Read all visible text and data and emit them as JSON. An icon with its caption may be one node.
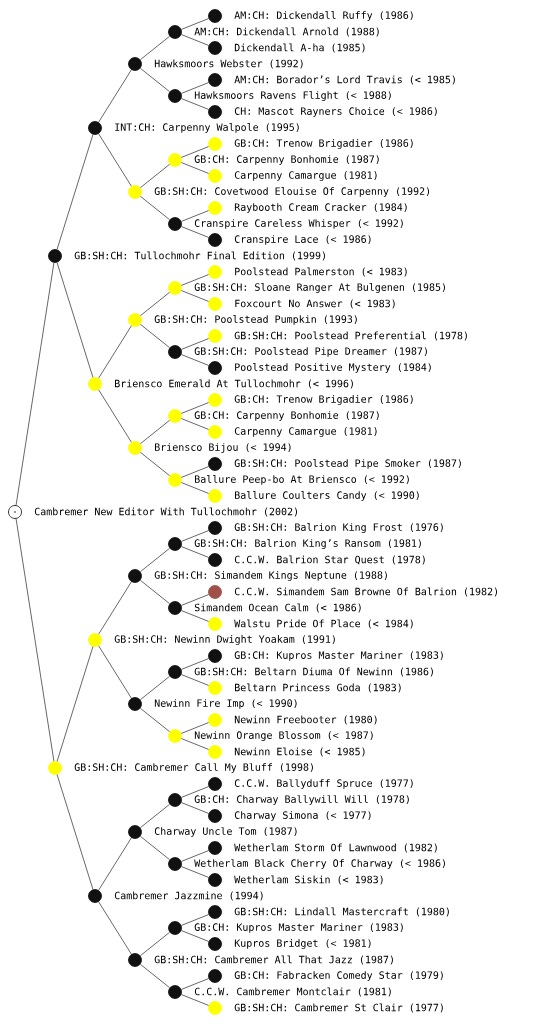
{
  "diagram": {
    "nodes": [
      {
        "text": [
          "AM:CH: Dickendall Ruffy (1986)"
        ]
      },
      {
        "text": [
          "AM:CH: Dickendall Arnold (1988)"
        ]
      },
      {
        "text": [
          "Dickendall A-ha (1985)"
        ]
      },
      {
        "text": [
          "Hawksmoors Webster (1992)"
        ]
      },
      {
        "text": [
          "AM:CH: Borador’s Lord Travis (< 1985)"
        ]
      },
      {
        "text": [
          "Hawksmoors Ravens Flight (< 1988)"
        ]
      },
      {
        "text": [
          "CH: Mascot Rayners Choice (< 1986)"
        ]
      },
      {
        "text": [
          "INT:CH: Carpenny Walpole (1995)"
        ]
      },
      {
        "text": [
          "GB:CH: Trenow Brigadier (1986)"
        ]
      },
      {
        "text": [
          "GB:CH: Carpenny Bonhomie (1987)"
        ]
      },
      {
        "text": [
          "Carpenny Camargue (1981)"
        ]
      },
      {
        "text": [
          "GB:SH:CH: Covetwood Elouise Of Carpenny (1992)"
        ]
      },
      {
        "text": [
          "Raybooth Cream Cracker (1984)"
        ]
      },
      {
        "text": [
          "Cranspire Careless Whisper (< 1992)"
        ]
      },
      {
        "text": [
          "Cranspire Lace (< 1986)"
        ]
      },
      {
        "text": [
          "GB:SH:CH: Tullochmohr Final Edition (1999)"
        ]
      },
      {
        "text": [
          "Poolstead Palmerston (< 1983)"
        ]
      },
      {
        "text": [
          "GB:SH:CH: Sloane Ranger At Bulgenen (1985)"
        ]
      },
      {
        "text": [
          "Foxcourt No Answer (< 1983)"
        ]
      },
      {
        "text": [
          "GB:SH:CH: Poolstead Pumpkin (1993)"
        ]
      },
      {
        "text": [
          "GB:SH:CH: Poolstead Preferential (1978)"
        ]
      },
      {
        "text": [
          "GB:SH:CH: Poolstead Pipe Dreamer (1987)"
        ]
      },
      {
        "text": [
          "Poolstead Positive Mystery (1984)"
        ]
      },
      {
        "text": [
          "Briensco Emerald At Tullochmohr (< 1996)"
        ]
      },
      {
        "text": [
          "GB:CH: Trenow Brigadier (1986)"
        ]
      },
      {
        "text": [
          "GB:CH: Carpenny Bonhomie (1987)"
        ]
      },
      {
        "text": [
          "Carpenny Camargue (1981)"
        ]
      },
      {
        "text": [
          "Briensco Bijou (< 1994)"
        ]
      },
      {
        "text": [
          "GB:SH:CH: Poolstead Pipe Smoker (1987)"
        ]
      },
      {
        "text": [
          "Ballure Peep-bo At Briensco (< 1992)"
        ]
      },
      {
        "text": [
          "Ballure Coulters Candy (< 1990)"
        ]
      },
      {
        "text": [
          "Cambremer New Editor With Tullochmohr (2002)"
        ]
      },
      {
        "text": [
          "GB:SH:CH: Balrion King Frost (1976)"
        ]
      },
      {
        "text": [
          "GB:SH:CH: Balrion King’s Ransom (1981)"
        ]
      },
      {
        "text": [
          "C.C.W. Balrion Star Quest (1978)"
        ]
      },
      {
        "text": [
          "GB:SH:CH: Simandem Kings Neptune (1988)"
        ]
      },
      {
        "text": [
          "C.C.W. Simandem Sam Browne Of Balrion (1982)"
        ]
      },
      {
        "text": [
          "Simandem Ocean Calm (< 1986)"
        ]
      },
      {
        "text": [
          "Walstu Pride Of Place (< 1984)"
        ]
      },
      {
        "text": [
          "GB:SH:CH: Newinn Dwight Yoakam (1991)"
        ]
      },
      {
        "text": [
          "GB:CH: Kupros Master Mariner (1983)"
        ]
      },
      {
        "text": [
          "GB:SH:CH: Beltarn Diuma Of Newinn (1986)"
        ]
      },
      {
        "text": [
          "Beltarn Princess Goda (1983)"
        ]
      },
      {
        "text": [
          "Newinn Fire Imp (< 1990)"
        ]
      },
      {
        "text": [
          "Newinn Freebooter (1980)"
        ]
      },
      {
        "text": [
          "Newinn Orange Blossom (< 1987)"
        ]
      },
      {
        "text": [
          "Newinn Eloise (< 1985)"
        ]
      },
      {
        "text": [
          "GB:SH:CH: Cambremer Call My Bluff (1998)"
        ]
      },
      {
        "text": [
          "C.C.W. Ballyduff Spruce (1977)"
        ]
      },
      {
        "text": [
          "GB:CH: Charway Ballywill Will (1978)"
        ]
      },
      {
        "text": [
          "Charway Simona (< 1977)"
        ]
      },
      {
        "text": [
          "Charway Uncle Tom (1987)"
        ]
      },
      {
        "text": [
          "Wetherlam Storm Of Lawnwood (1982)"
        ]
      },
      {
        "text": [
          "Wetherlam Black Cherry Of Charway (< 1986)"
        ]
      },
      {
        "text": [
          "Wetherlam Siskin (< 1983)"
        ]
      },
      {
        "text": [
          "Cambremer Jazzmine (1994)"
        ]
      },
      {
        "text": [
          "GB:SH:CH: Lindall Mastercraft (1980)"
        ]
      },
      {
        "text": [
          "GB:CH: Kupros Master Mariner (1983)"
        ]
      },
      {
        "text": [
          "Kupros Bridget (< 1981)"
        ]
      },
      {
        "text": [
          "GB:SH:CH: Cambremer All That Jazz (1987)"
        ]
      },
      {
        "text": [
          "GB:CH: Fabracken Comedy Star (1979)"
        ]
      },
      {
        "text": [
          "C.C.W. Cambremer Montclair (1981)"
        ]
      },
      {
        "text": [
          "GB:SH:CH: Cambremer St Clair (1977)"
        ]
      }
    ],
    "edges": [
      {
        "from": 1,
        "to": 0,
        "arrow": "none"
      },
      {
        "from": 3,
        "to": 1,
        "arrow": "none"
      },
      {
        "from": 1,
        "to": 2,
        "arrow": "none"
      },
      {
        "from": 7,
        "to": 3,
        "arrow": "none"
      },
      {
        "from": 5,
        "to": 4,
        "arrow": "none"
      },
      {
        "from": 3,
        "to": 5,
        "arrow": "none"
      },
      {
        "from": 5,
        "to": 6,
        "arrow": "none"
      },
      {
        "from": 15,
        "to": 7,
        "arrow": "none"
      },
      {
        "from": 9,
        "to": 8,
        "arrow": "none"
      },
      {
        "from": 11,
        "to": 9,
        "arrow": "none"
      },
      {
        "from": 9,
        "to": 10,
        "arrow": "none"
      },
      {
        "from": 7,
        "to": 11,
        "arrow": "none"
      },
      {
        "from": 13,
        "to": 12,
        "arrow": "none"
      },
      {
        "from": 11,
        "to": 13,
        "arrow": "none"
      },
      {
        "from": 13,
        "to": 14,
        "arrow": "none"
      },
      {
        "from": 31,
        "to": 15,
        "arrow": "none"
      },
      {
        "from": 17,
        "to": 16,
        "arrow": "none"
      },
      {
        "from": 19,
        "to": 17,
        "arrow": "none"
      },
      {
        "from": 17,
        "to": 18,
        "arrow": "none"
      },
      {
        "from": 23,
        "to": 19,
        "arrow": "none"
      },
      {
        "from": 21,
        "to": 20,
        "arrow": "none"
      },
      {
        "from": 19,
        "to": 21,
        "arrow": "none"
      },
      {
        "from": 21,
        "to": 22,
        "arrow": "none"
      },
      {
        "from": 15,
        "to": 23,
        "arrow": "none"
      },
      {
        "from": 25,
        "to": 24,
        "arrow": "none"
      },
      {
        "from": 27,
        "to": 25,
        "arrow": "none"
      },
      {
        "from": 25,
        "to": 26,
        "arrow": "none"
      },
      {
        "from": 23,
        "to": 27,
        "arrow": "none"
      },
      {
        "from": 29,
        "to": 28,
        "arrow": "none"
      },
      {
        "from": 27,
        "to": 29,
        "arrow": "none"
      },
      {
        "from": 29,
        "to": 30,
        "arrow": "none"
      },
      {
        "from": 33,
        "to": 32,
        "arrow": "none"
      },
      {
        "from": 35,
        "to": 33,
        "arrow": "none"
      },
      {
        "from": 33,
        "to": 34,
        "arrow": "none"
      },
      {
        "from": 39,
        "to": 35,
        "arrow": "none"
      },
      {
        "from": 37,
        "to": 36,
        "arrow": "none"
      },
      {
        "from": 35,
        "to": 37,
        "arrow": "none"
      },
      {
        "from": 37,
        "to": 38,
        "arrow": "none"
      },
      {
        "from": 47,
        "to": 39,
        "arrow": "none"
      },
      {
        "from": 41,
        "to": 40,
        "arrow": "none"
      },
      {
        "from": 43,
        "to": 41,
        "arrow": "none"
      },
      {
        "from": 41,
        "to": 42,
        "arrow": "none"
      },
      {
        "from": 39,
        "to": 43,
        "arrow": "none"
      },
      {
        "from": 45,
        "to": 44,
        "arrow": "none"
      },
      {
        "from": 43,
        "to": 45,
        "arrow": "none"
      },
      {
        "from": 45,
        "to": 46,
        "arrow": "none"
      },
      {
        "from": 31,
        "to": 47,
        "arrow": "none"
      },
      {
        "from": 49,
        "to": 48,
        "arrow": "none"
      },
      {
        "from": 51,
        "to": 49,
        "arrow": "none"
      },
      {
        "from": 49,
        "to": 50,
        "arrow": "none"
      },
      {
        "from": 55,
        "to": 51,
        "arrow": "none"
      },
      {
        "from": 53,
        "to": 52,
        "arrow": "none"
      },
      {
        "from": 51,
        "to": 53,
        "arrow": "none"
      },
      {
        "from": 53,
        "to": 54,
        "arrow": "none"
      },
      {
        "from": 47,
        "to": 55,
        "arrow": "none"
      },
      {
        "from": 57,
        "to": 56,
        "arrow": "none"
      },
      {
        "from": 59,
        "to": 57,
        "arrow": "none"
      },
      {
        "from": 57,
        "to": 58,
        "arrow": "none"
      },
      {
        "from": 55,
        "to": 59,
        "arrow": "none"
      },
      {
        "from": 61,
        "to": 60,
        "arrow": "none"
      },
      {
        "from": 59,
        "to": 61,
        "arrow": "none"
      },
      {
        "from": 61,
        "to": 62,
        "arrow": "none"
      }
    ]
  }
}
